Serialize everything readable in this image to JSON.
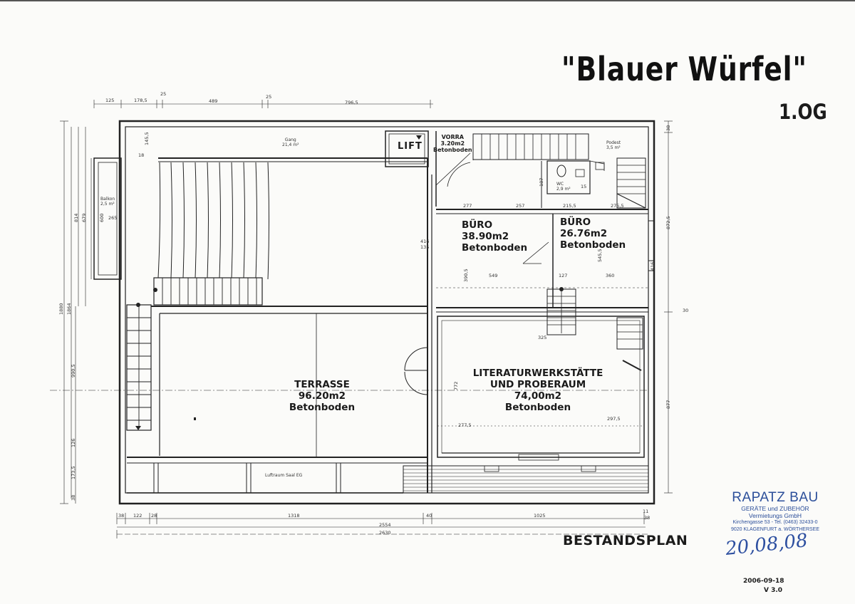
{
  "header": {
    "title": "\"Blauer Würfel\"",
    "floor": "1.OG"
  },
  "rooms": {
    "gang": {
      "name": "Gang",
      "area": "21,4 m²"
    },
    "lift": {
      "name": "LIFT"
    },
    "vorra": {
      "name": "VORRA",
      "area": "3.20m2",
      "floor": "Betonboden"
    },
    "podest": {
      "name": "Podest",
      "area": "3,5 m²"
    },
    "wc": {
      "name": "WC",
      "area": "2,9 m²"
    },
    "buero1": {
      "name": "BÜRO",
      "area": "38.90m2",
      "floor": "Betonboden"
    },
    "buero2": {
      "name": "BÜRO",
      "area": "26.76m2",
      "floor": "Betonboden"
    },
    "terrasse": {
      "name": "TERRASSE",
      "area": "96.20m2",
      "floor": "Betonboden"
    },
    "literatur": {
      "name1": "LITERATURWERKSTÄTTE",
      "name2": "UND PROBERAUM",
      "area": "74,00m2",
      "floor": "Betonboden"
    },
    "balkon": {
      "name": "Balkon",
      "area": "2,5 m²"
    },
    "luftraum": {
      "name": "Luftraum Saal EG"
    }
  },
  "dimensions": {
    "top": [
      "125",
      "178,5",
      "25",
      "489",
      "25",
      "796,5"
    ],
    "inner_top": [
      "277",
      "257",
      "215,5",
      "275,5"
    ],
    "inner_mid": [
      "549",
      "127",
      "360"
    ],
    "misc": [
      "18",
      "416",
      "135",
      "325",
      "277,5",
      "297,5",
      "187",
      "15",
      "30"
    ],
    "bottom_row1": [
      "38",
      "122",
      "28",
      "1318",
      "40",
      "1025",
      "11",
      "38"
    ],
    "bottom_row2": [
      "2554"
    ],
    "bottom_row3": [
      "2630"
    ],
    "left_vertical": [
      "1880",
      "1864",
      "814",
      "679",
      "600",
      "265",
      "990,5",
      "126",
      "173,5",
      "38",
      "145,5"
    ],
    "right_vertical": [
      "38",
      "872,5",
      "877",
      "416",
      "545,5",
      "390,5",
      "772"
    ]
  },
  "footer": {
    "plan_type": "BESTANDSPLAN",
    "date": "2006-09-18",
    "version": "V 3.0",
    "signature": "20,08,08"
  },
  "stamp": {
    "name": "RAPATZ BAU",
    "line1": "GERÄTE und ZUBEHÖR",
    "line2": "Vermietungs GmbH",
    "line3": "Kirchengasse 53 - Tel. (0463) 32433-0",
    "line4": "9020 KLAGENFURT a. WÖRTHERSEE"
  },
  "colors": {
    "ink": "#1b1b1b",
    "stamp": "#2c4f9a",
    "paper": "#fbfbf9"
  }
}
